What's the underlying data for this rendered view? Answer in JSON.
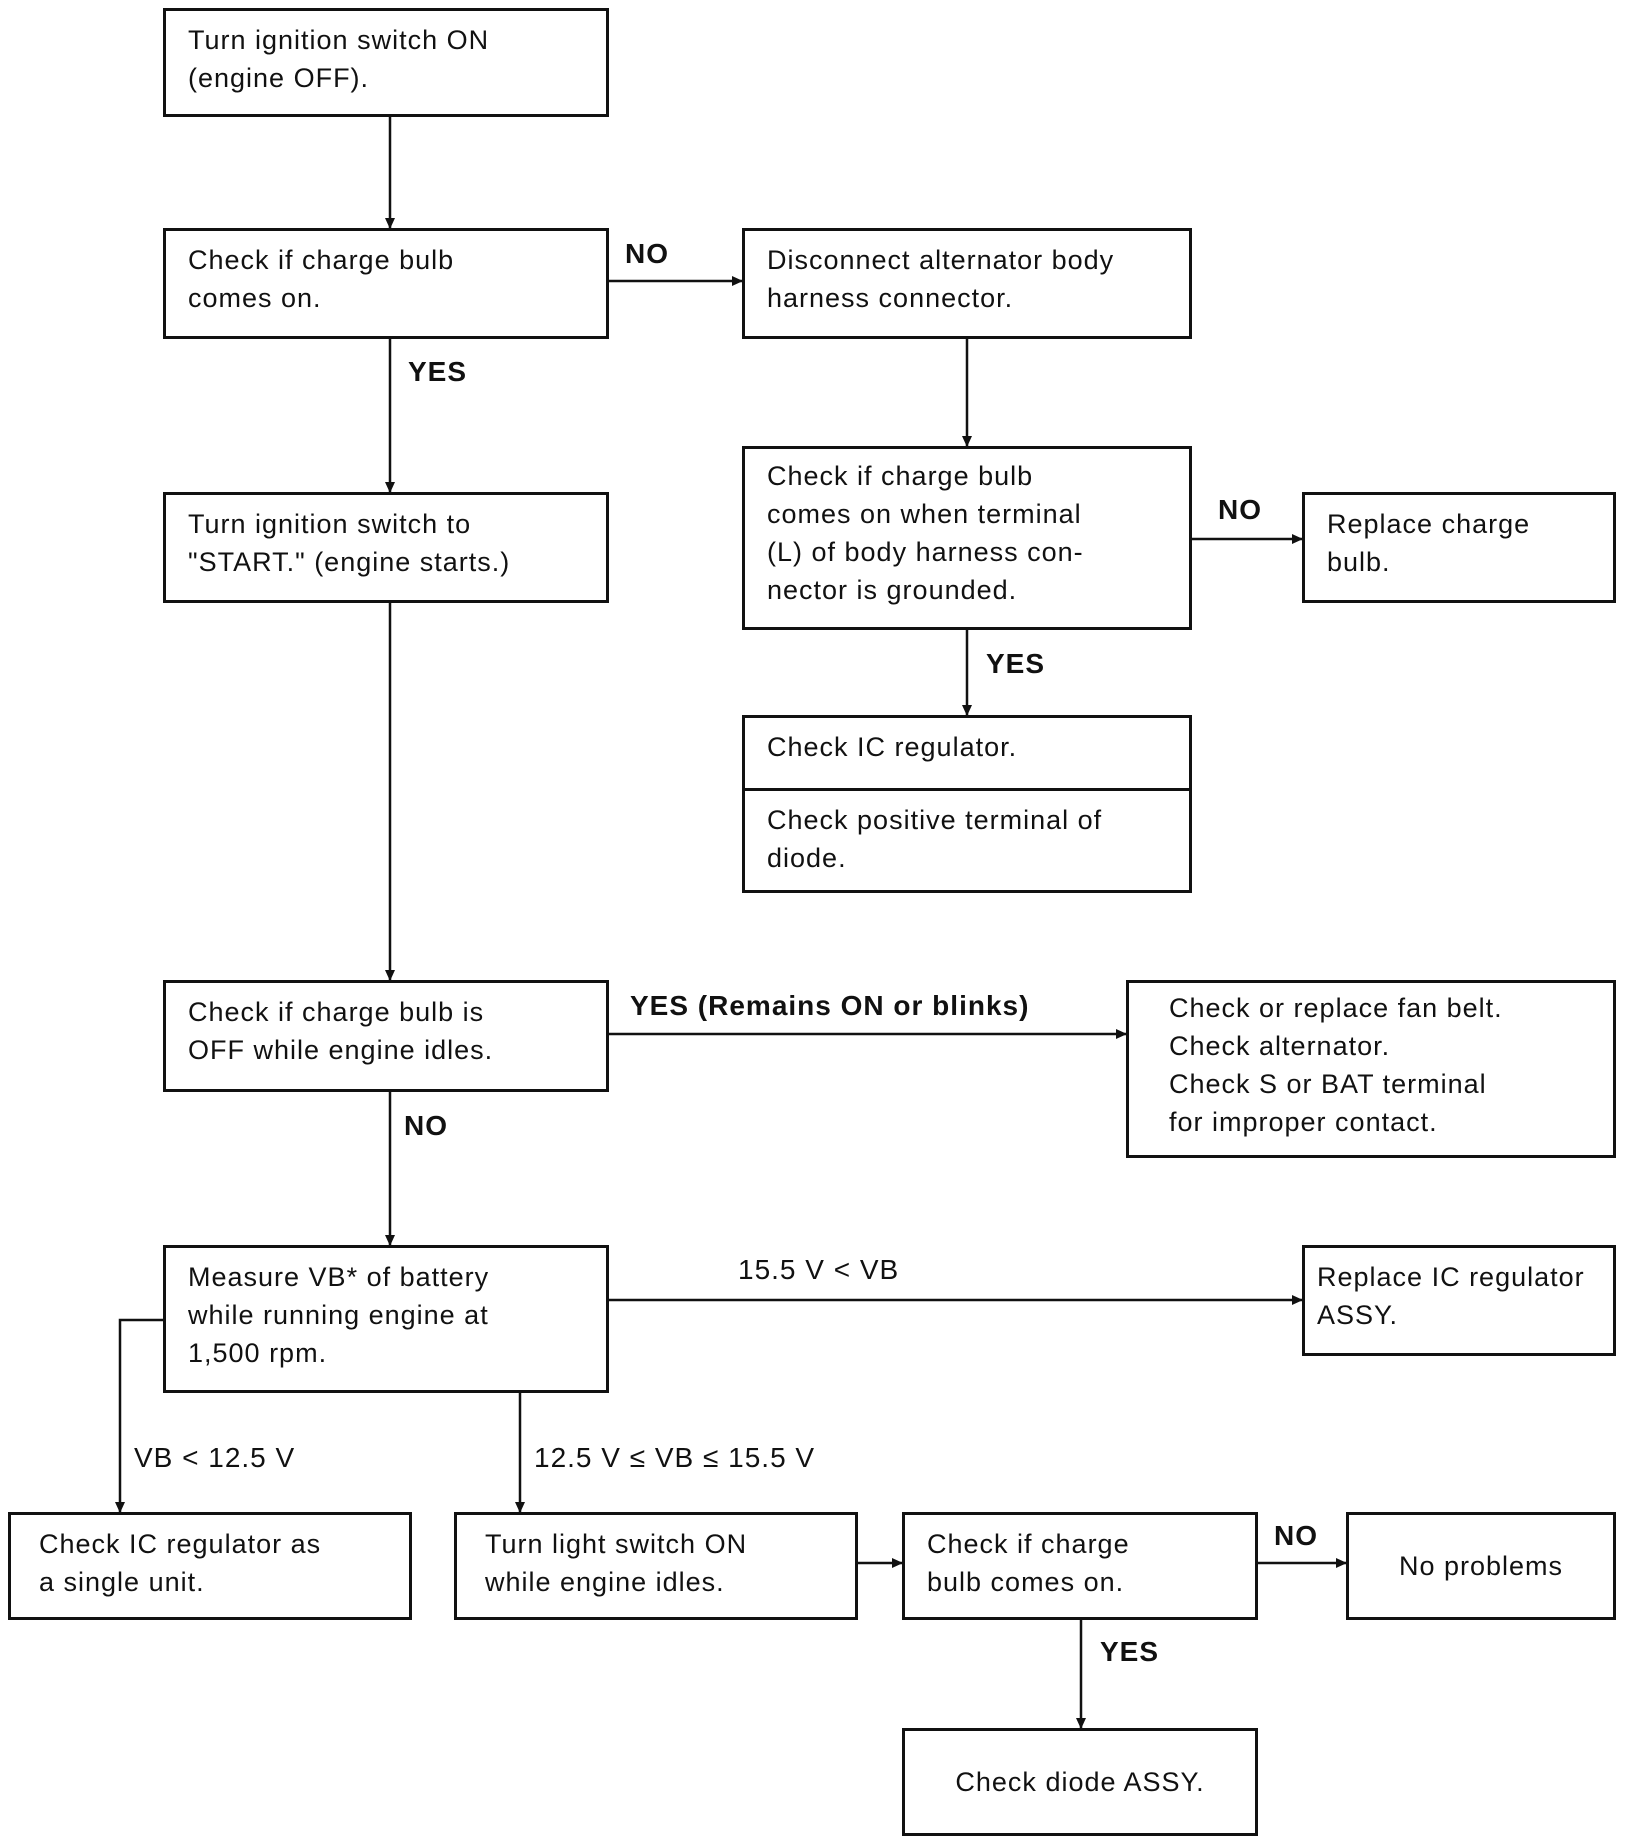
{
  "boxes": {
    "ign_on": [
      "Turn ignition switch ON",
      "(engine OFF)."
    ],
    "check_bulb_1": [
      "Check if charge bulb",
      "comes on."
    ],
    "disconnect": [
      "Disconnect alternator body",
      "harness connector."
    ],
    "check_terminal": [
      "Check if charge bulb",
      "comes on when terminal",
      "(L) of body harness con-",
      "nector is grounded."
    ],
    "replace_bulb": [
      "Replace charge",
      "bulb."
    ],
    "check_ic": [
      "Check IC regulator."
    ],
    "check_diode_pos": [
      "Check positive terminal of",
      "diode."
    ],
    "ign_start": [
      "Turn ignition switch to",
      "\"START.\" (engine starts.)"
    ],
    "check_off": [
      "Check if charge bulb is",
      "OFF while engine idles."
    ],
    "fan_belt": [
      "Check or replace fan belt.",
      "Check alternator.",
      "Check S or BAT terminal",
      "for improper contact."
    ],
    "measure_vb": [
      "Measure VB* of battery",
      "while running engine at",
      "1,500 rpm."
    ],
    "replace_ic": [
      "Replace IC regulator",
      "ASSY."
    ],
    "ic_single": [
      "Check IC regulator as",
      "a single unit."
    ],
    "light_on": [
      "Turn light switch ON",
      "while engine idles."
    ],
    "check_bulb_2": [
      "Check if charge",
      "bulb comes on."
    ],
    "no_problems": [
      "No problems"
    ],
    "diode_assy": [
      "Check diode ASSY."
    ]
  },
  "labels": {
    "no_1": "NO",
    "yes_1": "YES",
    "no_2": "NO",
    "yes_2": "YES",
    "yes_remains": "YES (Remains ON or blinks)",
    "no_3": "NO",
    "vb_high": "15.5 V < VB",
    "vb_low": "VB < 12.5 V",
    "vb_mid": "12.5 V ≤ VB ≤ 15.5 V",
    "no_4": "NO",
    "yes_3": "YES"
  }
}
